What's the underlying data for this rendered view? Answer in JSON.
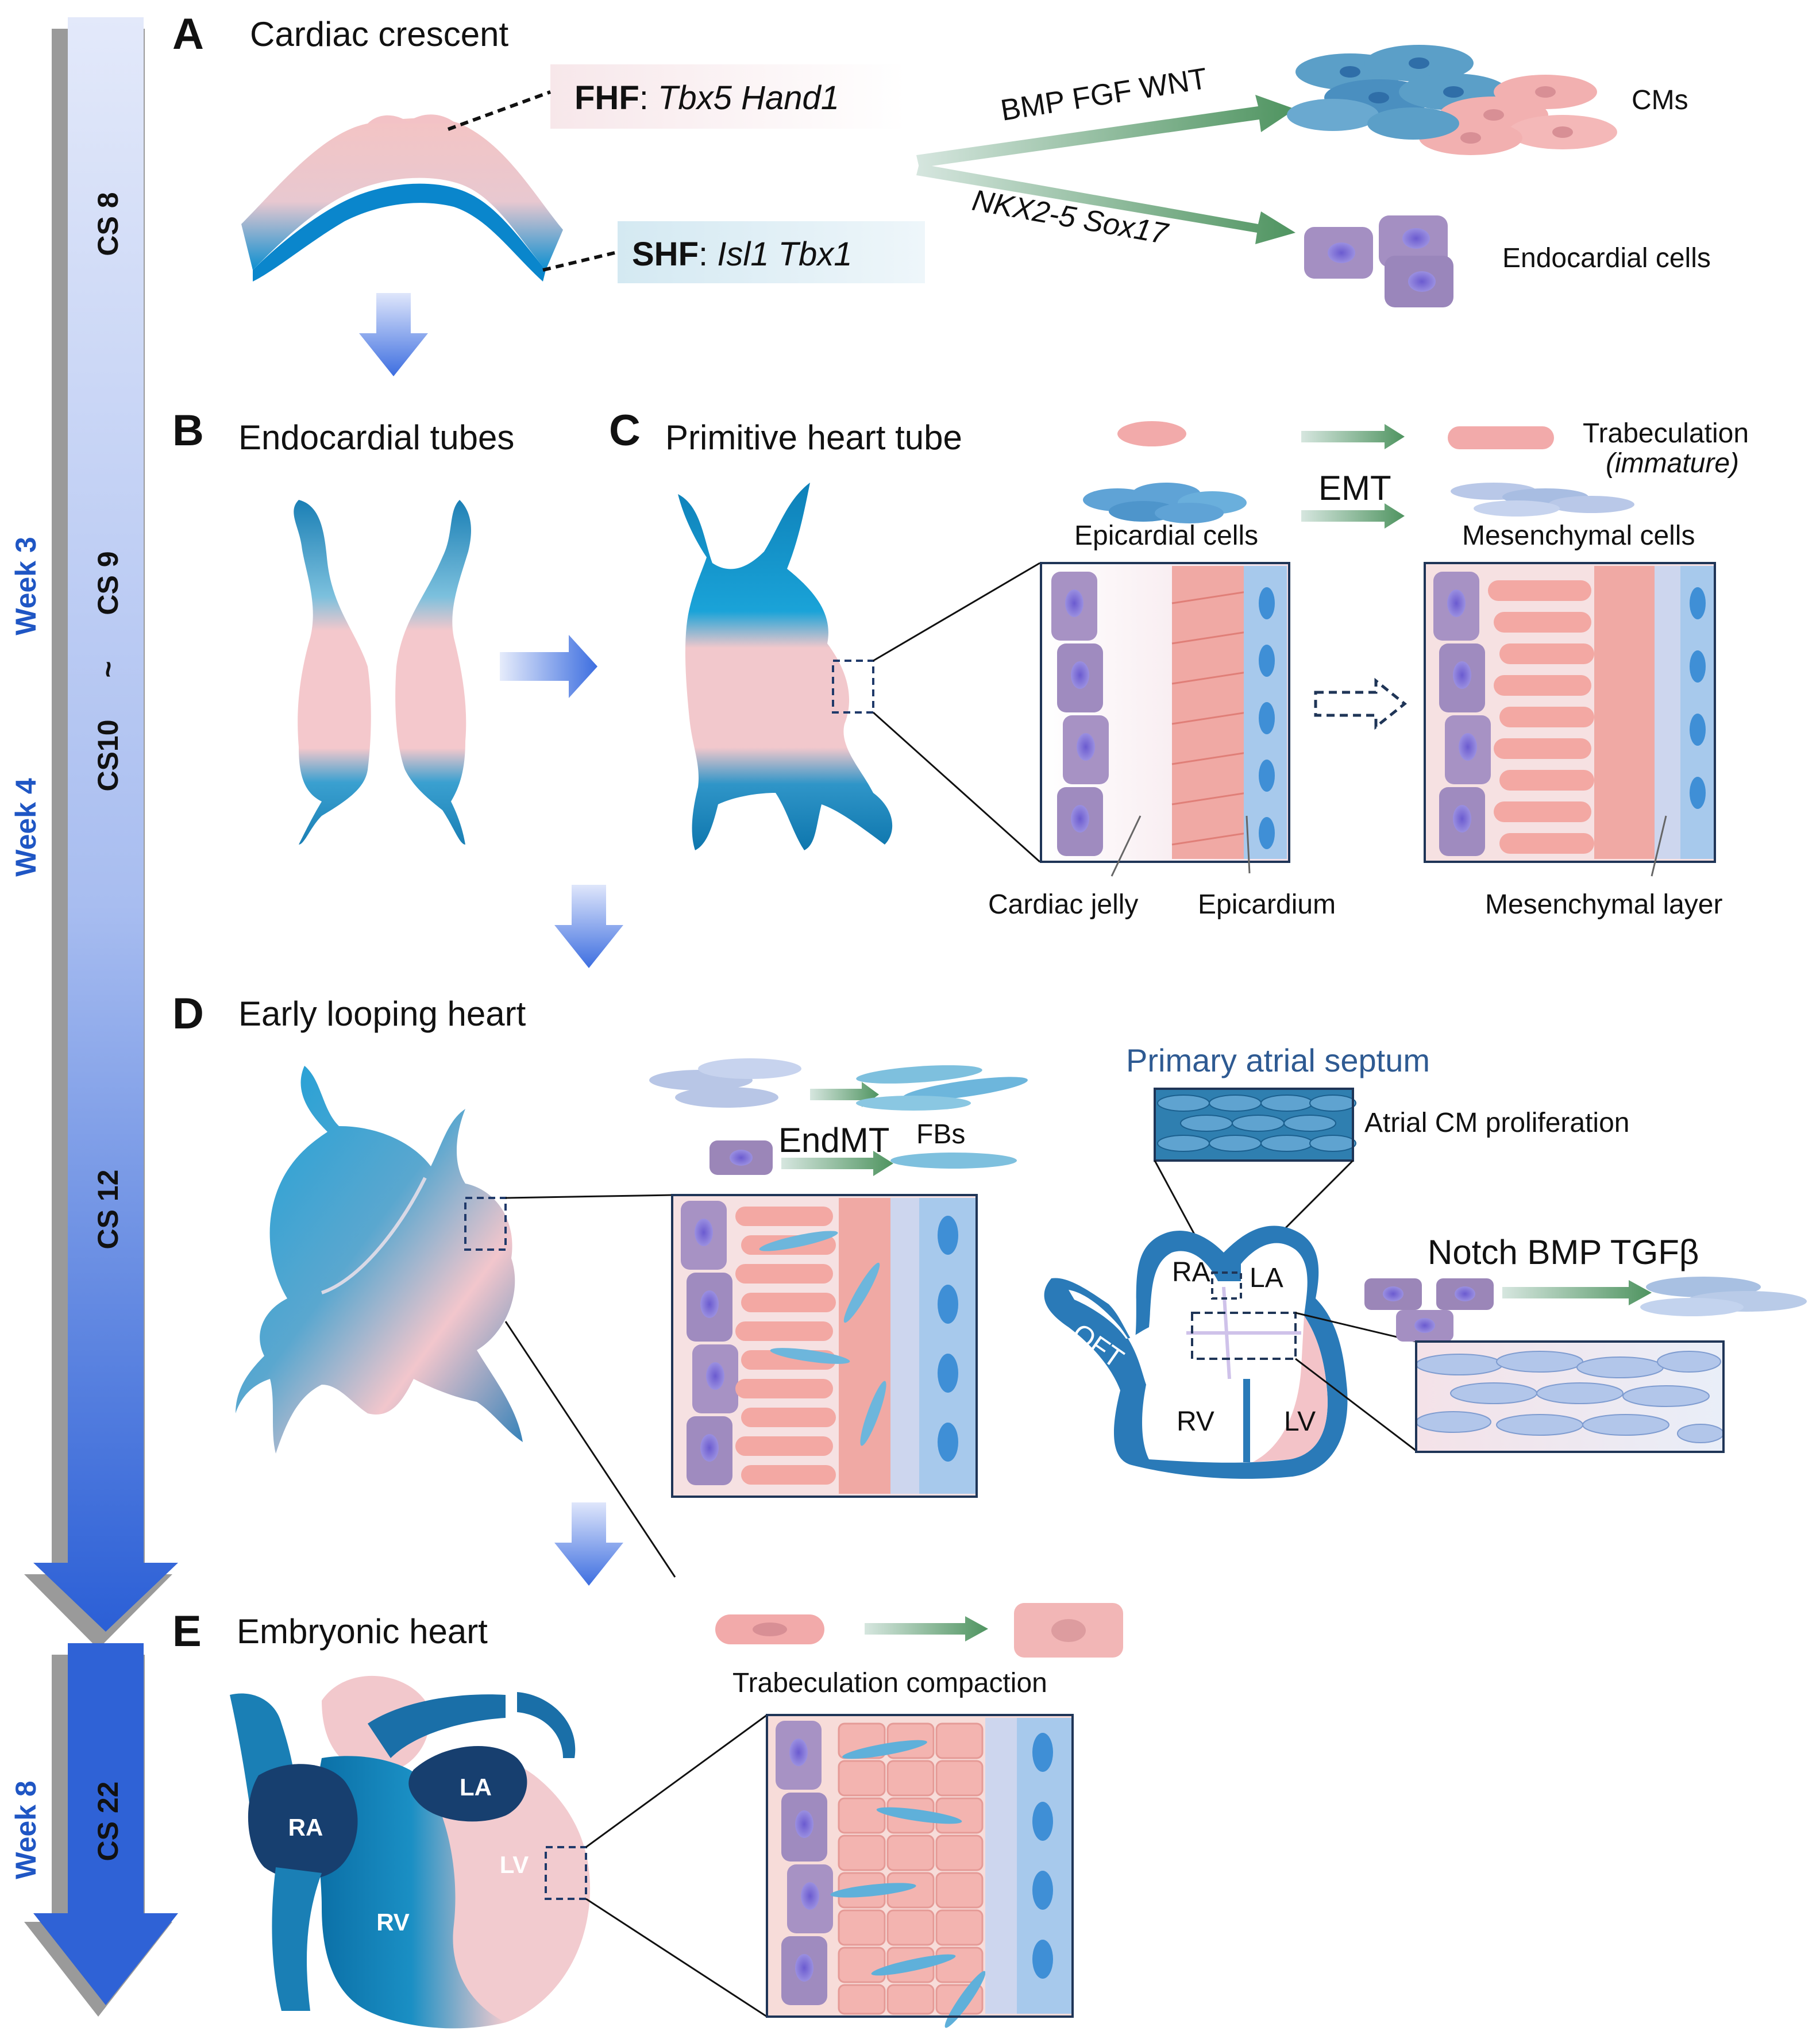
{
  "timeline": {
    "weeks": [
      "Week 3",
      "Week 4",
      "Week 8"
    ],
    "stages": [
      "CS 8",
      "CS 9",
      "~",
      "CS10",
      "CS 12",
      "CS 22"
    ]
  },
  "panels": {
    "A": {
      "label": "A",
      "title": "Cardiac crescent",
      "fhf_name": "FHF",
      "fhf_sep": ":",
      "fhf_genes": "Tbx5  Hand1",
      "shf_name": "SHF",
      "shf_sep": ":",
      "shf_genes": "Isl1  Tbx1",
      "upper_factors": "BMP   FGF   WNT",
      "lower_factors": "NKX2-5  Sox17",
      "cms": "CMs",
      "endocardial": "Endocardial cells"
    },
    "B": {
      "label": "B",
      "title": "Endocardial tubes"
    },
    "C": {
      "label": "C",
      "title": "Primitive heart tube",
      "trabeculation": "Trabeculation",
      "immature": "(immature)",
      "emt": "EMT",
      "epicardial_cells": "Epicardial cells",
      "mesenchymal_cells": "Mesenchymal cells",
      "cardiac_jelly": "Cardiac jelly",
      "epicardium": "Epicardium",
      "mesenchymal_layer": "Mesenchymal layer"
    },
    "D": {
      "label": "D",
      "title": "Early looping heart",
      "endmt": "EndMT",
      "fbs": "FBs",
      "septum_title": "Primary atrial septum",
      "atrial_prolif": "Atrial CM proliferation",
      "signals": "Notch BMP TGFβ",
      "ra": "RA",
      "la": "LA",
      "oft": "OFT",
      "rv": "RV",
      "lv": "LV"
    },
    "E": {
      "label": "E",
      "title": "Embryonic  heart",
      "compaction": "Trabeculation compaction",
      "ra": "RA",
      "la": "LA",
      "rv": "RV",
      "lv": "LV"
    }
  },
  "colors": {
    "timeline_blue": "#2f62d6",
    "pink": "#f4c4c4",
    "teal": "#1a8fc4",
    "purple": "#9b86b8",
    "arrow_green": "#5f9a6a"
  }
}
